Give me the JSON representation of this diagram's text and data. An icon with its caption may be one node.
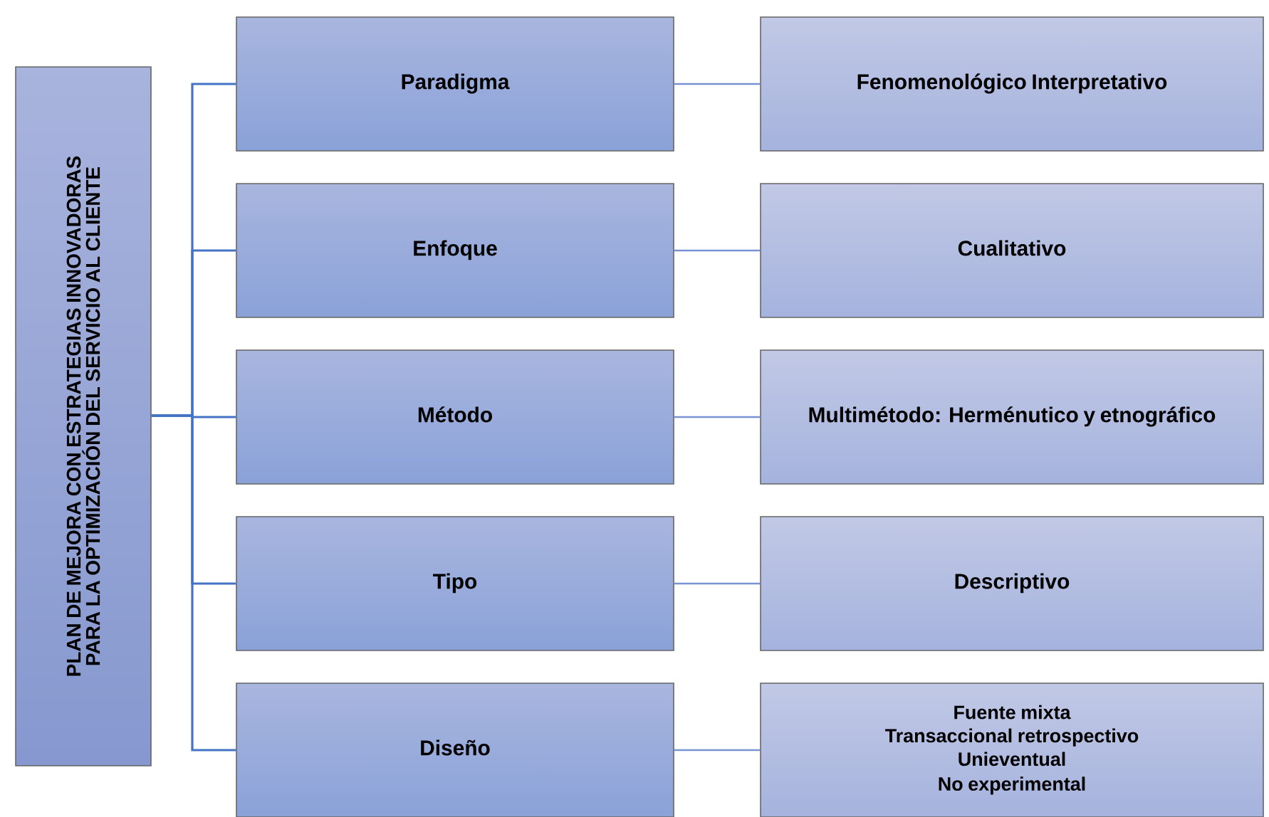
{
  "diagram": {
    "nodes": [
      {
        "text": [
          "PLAN DE MEJORA CON ESTRATEGIAS INNOVADORAS PARA LA OPTIMIZACIÓN DEL SERVICIO AL CLIENTE"
        ]
      },
      {
        "text": [
          "Paradigma"
        ]
      },
      {
        "text": [
          "Fenomenológico Interpretativo"
        ]
      },
      {
        "text": [
          "Enfoque"
        ]
      },
      {
        "text": [
          "Cualitativo"
        ]
      },
      {
        "text": [
          "Método"
        ]
      },
      {
        "text": [
          "Multimétodo: Herménutico y etnográfico"
        ]
      },
      {
        "text": [
          "Tipo"
        ]
      },
      {
        "text": [
          "Descriptivo"
        ]
      },
      {
        "text": [
          "Diseño"
        ]
      },
      {
        "text": [
          "Fuente mixta",
          "Transaccional retrospectivo",
          "Unieventual",
          "No experimental"
        ]
      }
    ],
    "edges": [
      {
        "from": 0,
        "to": 1,
        "arrow": "none"
      },
      {
        "from": 0,
        "to": 3,
        "arrow": "none"
      },
      {
        "from": 0,
        "to": 5,
        "arrow": "none"
      },
      {
        "from": 0,
        "to": 7,
        "arrow": "none"
      },
      {
        "from": 0,
        "to": 9,
        "arrow": "none"
      },
      {
        "from": 1,
        "to": 2,
        "arrow": "none"
      },
      {
        "from": 3,
        "to": 4,
        "arrow": "none"
      },
      {
        "from": 5,
        "to": 6,
        "arrow": "none"
      },
      {
        "from": 7,
        "to": 8,
        "arrow": "none"
      },
      {
        "from": 9,
        "to": 10,
        "arrow": "none"
      }
    ]
  }
}
